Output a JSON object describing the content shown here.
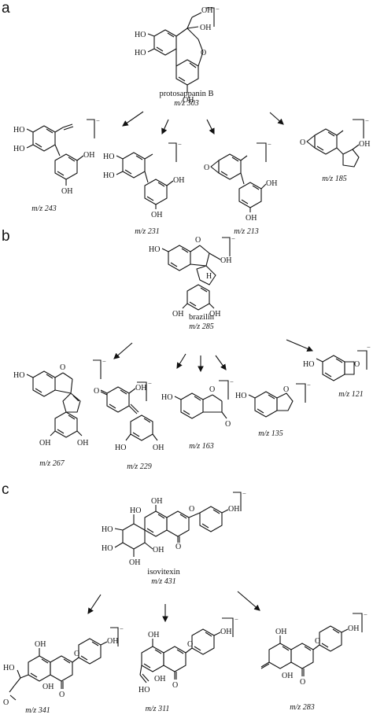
{
  "panels": [
    {
      "letter": "a",
      "parent": {
        "name": "protosappanin B",
        "mz": "m/z 303"
      },
      "fragments": [
        {
          "mz": "m/z 243"
        },
        {
          "mz": "m/z 231"
        },
        {
          "mz": "m/z 213"
        },
        {
          "mz": "m/z 185"
        }
      ]
    },
    {
      "letter": "b",
      "parent": {
        "name": "brazilin",
        "mz": "m/z 285"
      },
      "fragments": [
        {
          "mz": "m/z 267"
        },
        {
          "mz": "m/z 229"
        },
        {
          "mz": "m/z 163"
        },
        {
          "mz": "m/z 135"
        },
        {
          "mz": "m/z 121"
        }
      ]
    },
    {
      "letter": "c",
      "parent": {
        "name": "isovitexin",
        "mz": "m/z 431"
      },
      "fragments": [
        {
          "mz": "m/z 341"
        },
        {
          "mz": "m/z 311"
        },
        {
          "mz": "m/z 283"
        }
      ]
    }
  ],
  "atom_labels": {
    "oh": "OH",
    "ho": "HO",
    "o": "O",
    "h": "H"
  },
  "charge": "−"
}
